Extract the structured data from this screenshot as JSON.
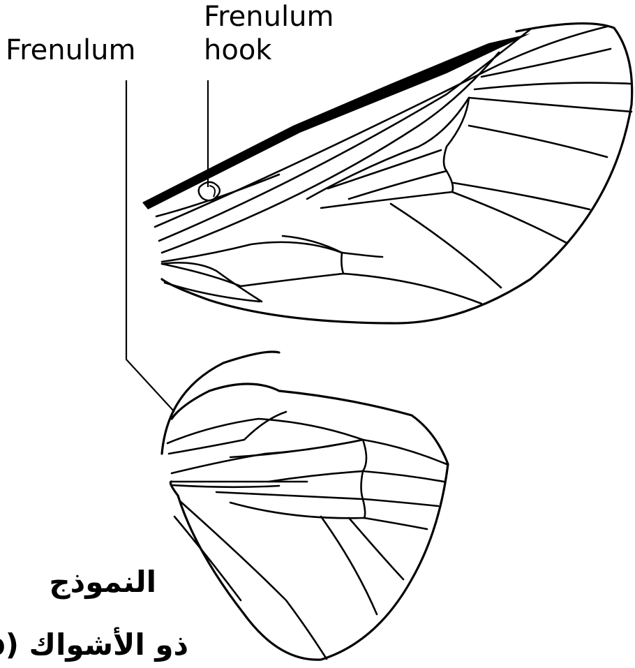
{
  "labels": {
    "frenulum": "Frenulum",
    "frenulum_hook_line1": "Frenulum",
    "frenulum_hook_line2": "hook"
  },
  "caption": {
    "line1": "النموذج",
    "line2": "ذو الأشواك (b)"
  }
}
